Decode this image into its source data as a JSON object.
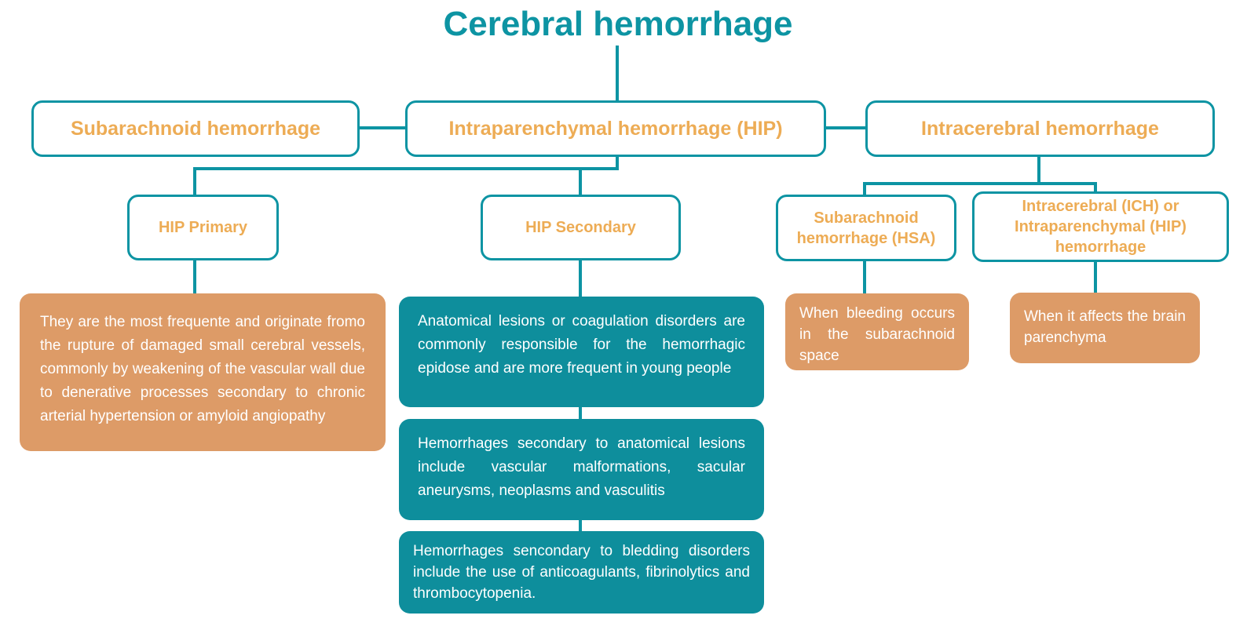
{
  "title": "Cerebral hemorrhage",
  "colors": {
    "teal_line": "#0d94a3",
    "teal_fill": "#0e8e9c",
    "orange_fill": "#dd9b67",
    "orange_text": "#edac55",
    "node_background": "#ffffff",
    "card_text": "#ffffff"
  },
  "nodes": {
    "subarachnoid": {
      "label": "Subarachnoid hemorrhage"
    },
    "intraparenchymal": {
      "label": "Intraparenchymal hemorrhage (HIP)"
    },
    "intracerebral": {
      "label": "Intracerebral hemorrhage"
    },
    "hip_primary": {
      "label": "HIP Primary"
    },
    "hip_secondary": {
      "label": "HIP Secondary"
    },
    "hsa": {
      "label": "Subarachnoid hemorrhage (HSA)"
    },
    "ich_hip": {
      "label": "Intracerebral (ICH) or Intraparenchymal (HIP) hemorrhage"
    }
  },
  "cards": {
    "hip_primary_desc": {
      "text": "They are the most frequente and originate fromo the rupture of damaged small cerebral vessels, commonly by weakening of the vascular wall due to denerative processes secondary to chronic arterial hypertension or amyloid angiopathy"
    },
    "hip_secondary_desc_1": {
      "text": "Anatomical lesions or coagulation disorders are commonly responsible for the hemorrhagic epidose and are more frequent in young people"
    },
    "hip_secondary_desc_2": {
      "text": "Hemorrhages secondary to anatomical lesions include vascular malformations, sacular aneurysms, neoplasms and vasculitis"
    },
    "hip_secondary_desc_3": {
      "text": "Hemorrhages sencondary to bledding disorders include the use of anticoagulants, fibrinolytics and thrombocytopenia."
    },
    "hsa_desc": {
      "text": "When bleeding occurs in the subarachnoid space"
    },
    "ich_desc": {
      "text": "When it affects the brain parenchyma"
    }
  }
}
